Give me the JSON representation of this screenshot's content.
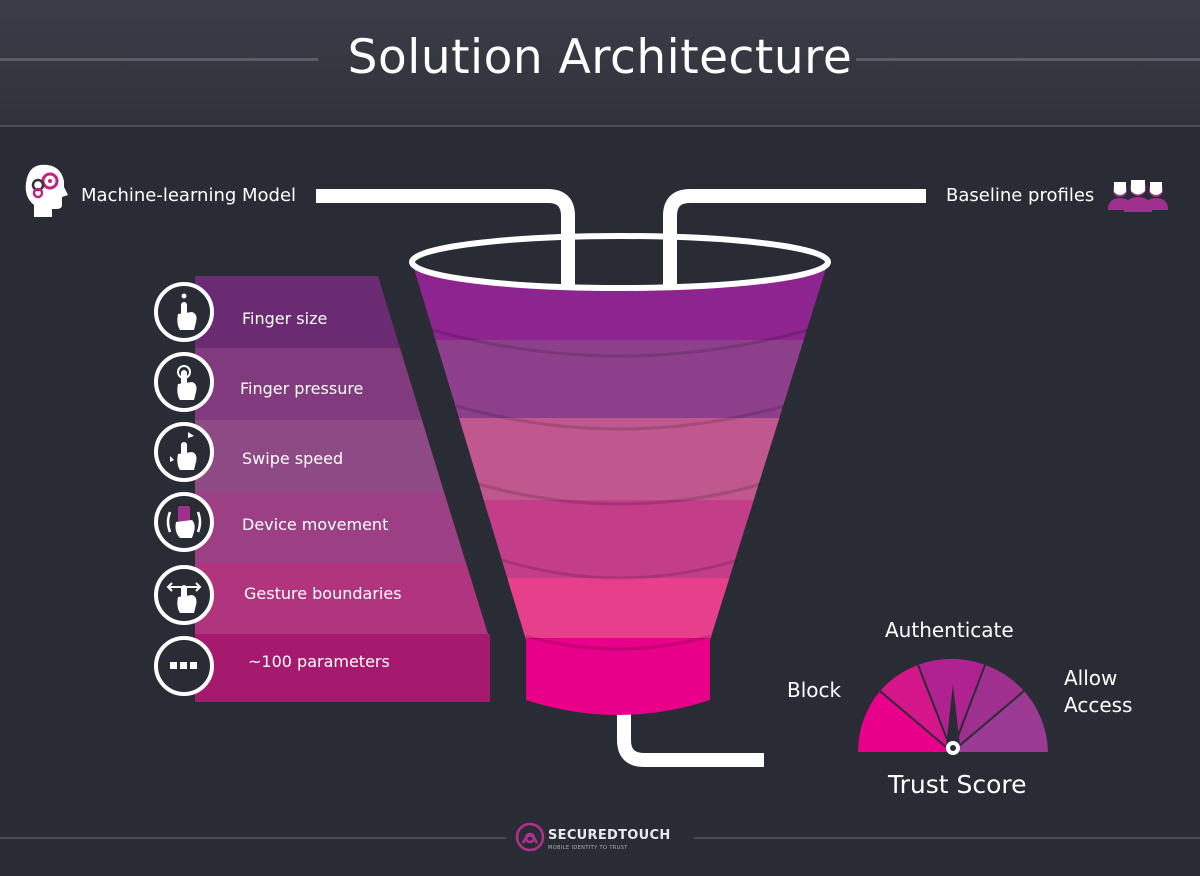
{
  "title": "Solution Architecture",
  "inputs": {
    "model_label": "Machine-learning Model",
    "baseline_label": "Baseline profiles"
  },
  "parameters": [
    {
      "label": "Finger size",
      "icon": "finger-tap-icon"
    },
    {
      "label": "Finger pressure",
      "icon": "finger-press-icon"
    },
    {
      "label": "Swipe speed",
      "icon": "swipe-icon"
    },
    {
      "label": "Device movement",
      "icon": "device-shake-icon"
    },
    {
      "label": "Gesture boundaries",
      "icon": "gesture-boundary-icon"
    },
    {
      "label": "~100 parameters",
      "icon": "ellipsis-icon"
    }
  ],
  "gauge": {
    "block": "Block",
    "authenticate": "Authenticate",
    "allow_line1": "Allow",
    "allow_line2": "Access",
    "caption": "Trust Score"
  },
  "brand": {
    "name": "SECUREDTOUCH",
    "tagline": "MOBILE IDENTITY TO TRUST"
  },
  "colors": {
    "background": "#2a2c35",
    "funnel_top": "#8e2490",
    "funnel_bottom": "#e8008a",
    "accent": "#a0308f"
  }
}
